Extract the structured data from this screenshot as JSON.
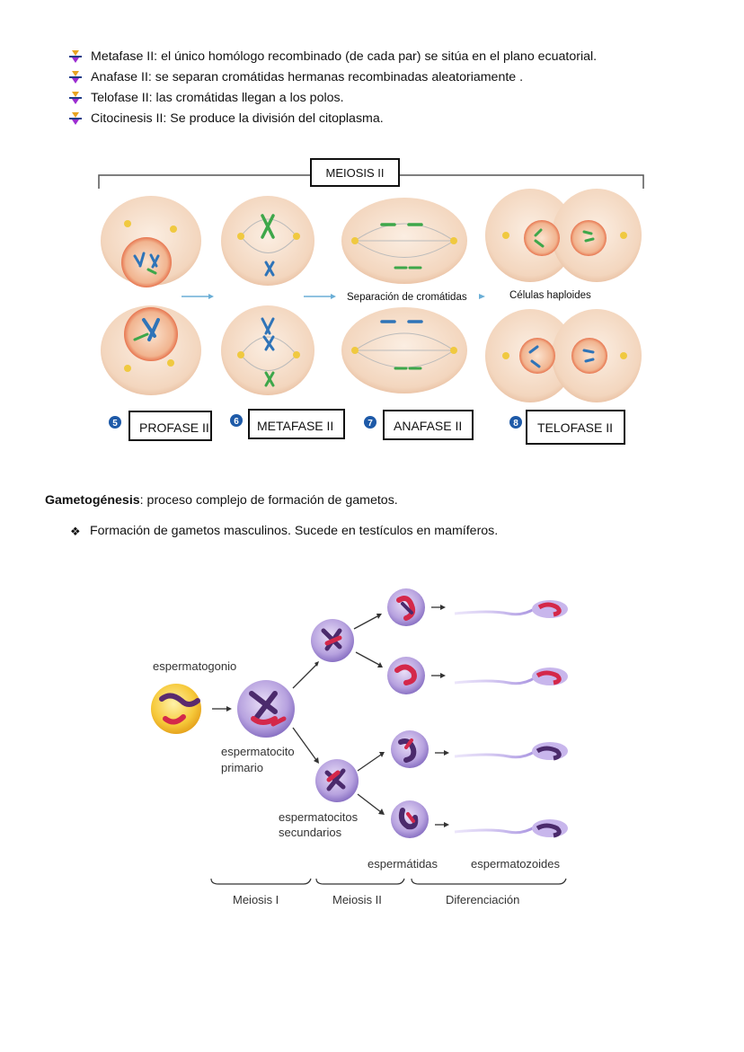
{
  "bullets": [
    {
      "icon": "down-arrow-bullet-icon",
      "text": "Metafase II: el único homólogo recombinado (de cada par) se sitúa en el plano ecuatorial."
    },
    {
      "icon": "down-arrow-bullet-icon",
      "text": "Anafase II: se separan cromátidas hermanas recombinadas aleatoriamente ."
    },
    {
      "icon": "down-arrow-bullet-icon",
      "text": "Telofase II: las cromátidas llegan a los polos."
    },
    {
      "icon": "down-arrow-bullet-icon",
      "text": "Citocinesis II: Se produce la división del citoplasma."
    }
  ],
  "meiosis_figure": {
    "title": "MEIOSIS II",
    "separation_label": "Separación de cromátidas",
    "haploid_label": "Células haploides",
    "stages": [
      {
        "number": "5",
        "label": "PROFASE II"
      },
      {
        "number": "6",
        "label": "METAFASE II"
      },
      {
        "number": "7",
        "label": "ANAFASE II"
      },
      {
        "number": "8",
        "label": "TELOFASE II"
      }
    ]
  },
  "gametogenesis": {
    "term": "Gametogénesis",
    "definition": ": proceso complejo de formación de gametos.",
    "item_icon": "diamond-bullet-icon",
    "item": "Formación de gametos masculinos. Sucede en testículos en mamíferos."
  },
  "spermatogenesis_figure": {
    "labels": {
      "spermatogonium": "espermatogonio",
      "primary_1": "espermatocito",
      "primary_2": "primario",
      "secondary_1": "espermatocitos",
      "secondary_2": "secundarios",
      "spermatids": "espermátidas",
      "spermatozoa": "espermatozoides"
    },
    "phases": [
      "Meiosis I",
      "Meiosis II",
      "Diferenciación"
    ]
  },
  "colors": {
    "cell_fill": "#f6dcc6",
    "chromosome_blue": "#2f74b8",
    "chromosome_green": "#3ea74a",
    "nucleus_red": "#e24a2a",
    "stage_number_blue": "#1e5aa8",
    "sperm_purple": "#b9a3e6",
    "spermatogonium_yellow": "#f4c23a"
  }
}
